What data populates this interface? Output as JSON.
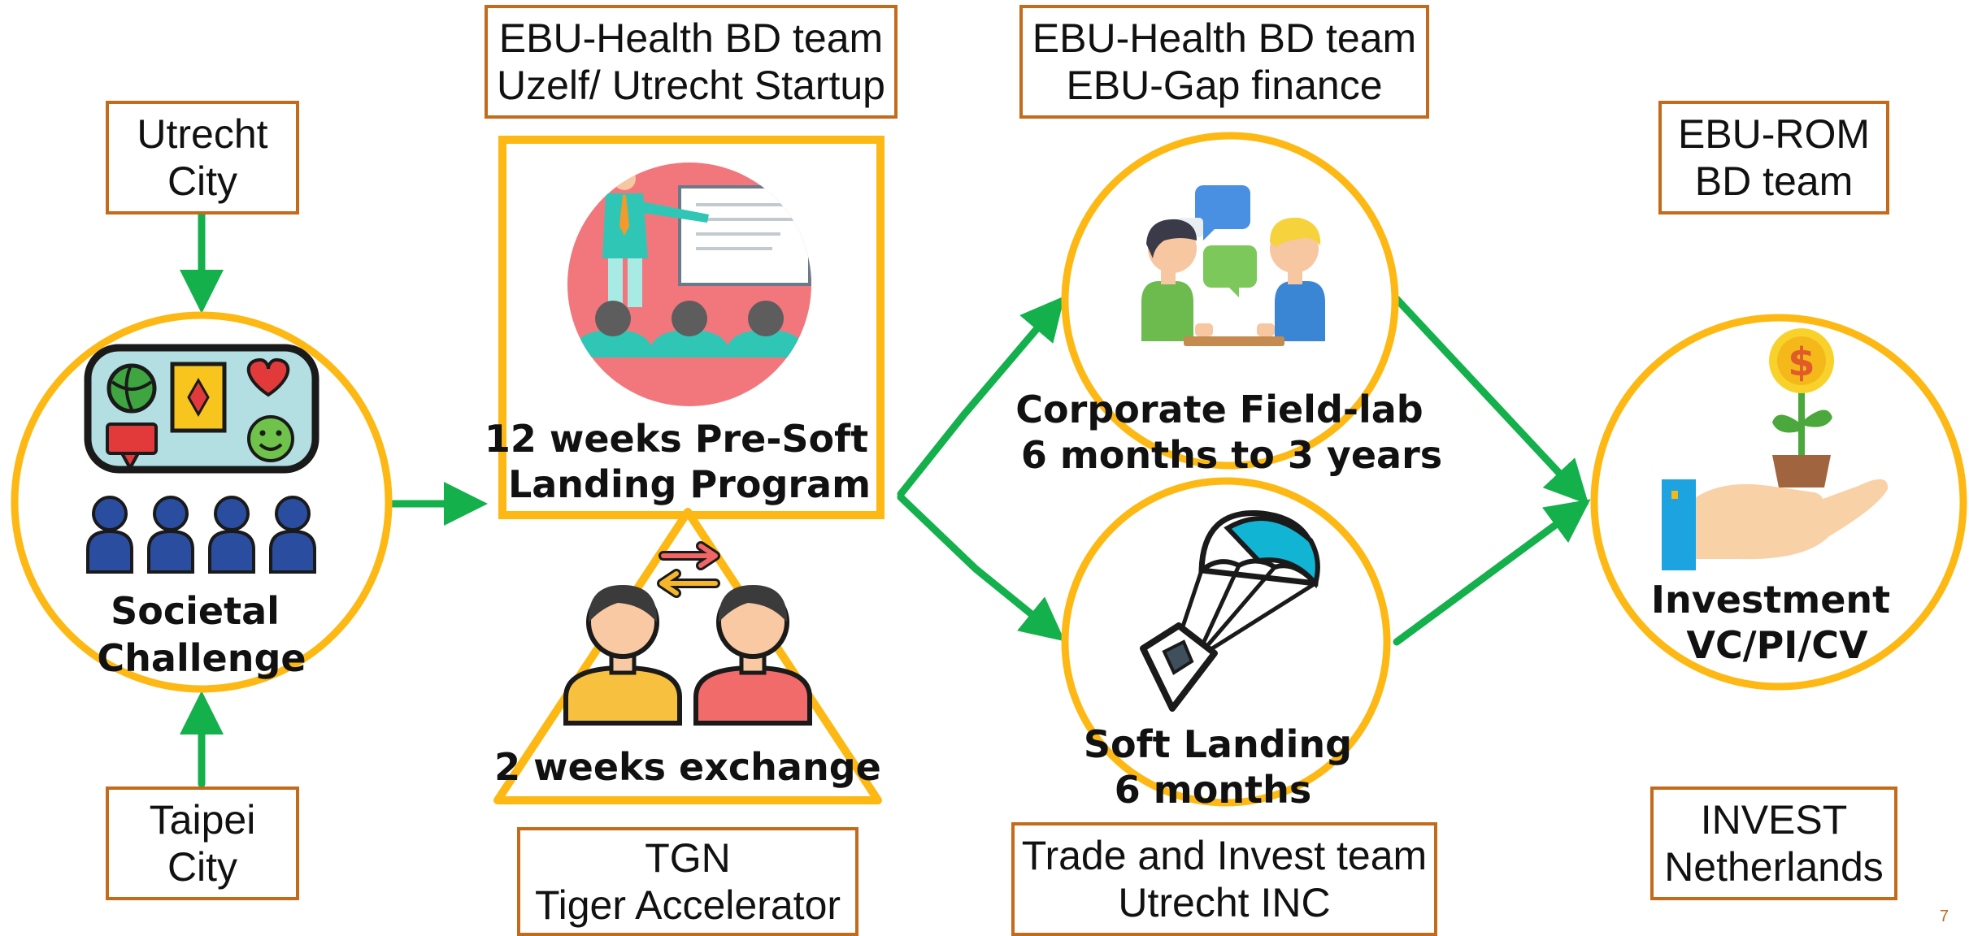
{
  "colors": {
    "ring": "#fdb813",
    "arrow": "#14b04c",
    "box_border": "#c46a1b",
    "text": "#111111"
  },
  "nodes": {
    "societal": {
      "lines": [
        "Societal",
        "Challenge"
      ]
    },
    "pre_soft": {
      "lines": [
        "12 weeks Pre-Soft",
        "Landing Program"
      ]
    },
    "exchange": {
      "lines": [
        "2 weeks exchange"
      ]
    },
    "fieldlab": {
      "lines": [
        "Corporate Field-lab",
        "6 months to 3 years"
      ]
    },
    "soft_landing": {
      "lines": [
        "Soft Landing",
        "6 months"
      ]
    },
    "investment": {
      "lines": [
        "Investment",
        "VC/PI/CV"
      ]
    }
  },
  "boxes": {
    "utrecht_city": [
      "Utrecht",
      "City"
    ],
    "taipei_city": [
      "Taipei",
      "City"
    ],
    "ebu_health_uzelf": [
      "EBU-Health BD team",
      "Uzelf/ Utrecht Startup"
    ],
    "tgn": [
      "TGN",
      "Tiger Accelerator"
    ],
    "ebu_health_gap": [
      "EBU-Health BD team",
      "EBU-Gap finance"
    ],
    "trade_invest": [
      "Trade and Invest team",
      "Utrecht INC"
    ],
    "ebu_rom": [
      "EBU-ROM",
      "BD team"
    ],
    "invest_nl": [
      "INVEST",
      "Netherlands"
    ]
  },
  "icons": {
    "societal": "community-challenge-icon",
    "pre_soft": "presentation-audience-icon",
    "exchange": "people-exchange-icon",
    "fieldlab": "conversation-icon",
    "soft_landing": "parachute-icon",
    "investment": "investment-plant-icon"
  },
  "page_number": "7"
}
